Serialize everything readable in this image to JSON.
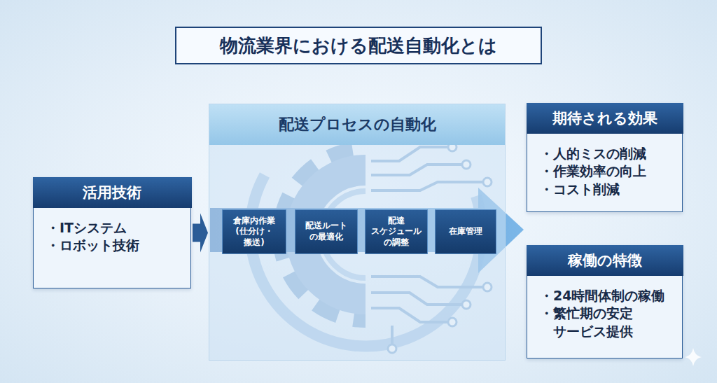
{
  "diagram": {
    "title": "物流業界における配送自動化とは",
    "nodes": [
      {
        "text": [
          "活用技術",
          "・ITシステム",
          "・ロボット技術"
        ]
      },
      {
        "text": [
          "配送プロセスの自動化"
        ]
      },
      {
        "text": [
          "倉庫内作業 (仕分け・搬送)"
        ],
        "in": 1
      },
      {
        "text": [
          "配送ルート の最適化"
        ],
        "in": 1
      },
      {
        "text": [
          "配達 スケジュール の調整"
        ],
        "in": 1
      },
      {
        "text": [
          "在庫管理"
        ],
        "in": 1
      },
      {
        "text": [
          "期待される効果",
          "・人的ミスの削減",
          "・作業効率の向上",
          "・コスト削減"
        ]
      },
      {
        "text": [
          "稼働の特徴",
          "・24時間体制の稼働",
          "・繁忙期の安定 サービス提供"
        ]
      }
    ],
    "edges": [
      {
        "from": 0,
        "to": 1,
        "arrow": "to"
      }
    ]
  }
}
